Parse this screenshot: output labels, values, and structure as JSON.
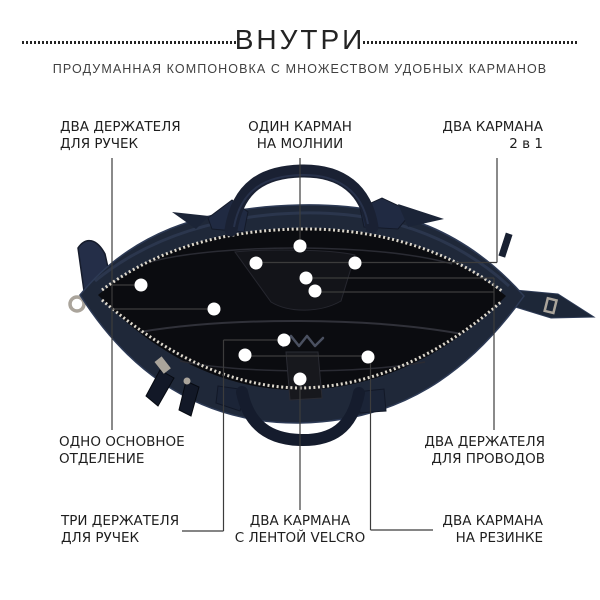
{
  "header": {
    "title": "ВНУТРИ",
    "subtitle": "ПРОДУМАННАЯ КОМПОНОВКА С МНОЖЕСТВОМ УДОБНЫХ КАРМАНОВ"
  },
  "callouts": {
    "pen_holders_top": {
      "line1": "ДВА ДЕРЖАТЕЛЯ",
      "line2": "ДЛЯ РУЧЕК"
    },
    "zip_pocket": {
      "line1": "ОДИН КАРМАН",
      "line2": "НА МОЛНИИ"
    },
    "pockets_2in1": {
      "line1": "ДВА КАРМАНА",
      "line2": "2 в 1"
    },
    "main_compartment": {
      "line1": "ОДНО ОСНОВНОЕ",
      "line2": "ОТДЕЛЕНИЕ"
    },
    "wire_holders": {
      "line1": "ДВА ДЕРЖАТЕЛЯ",
      "line2": "ДЛЯ ПРОВОДОВ"
    },
    "pen_holders_bottom": {
      "line1": "ТРИ ДЕРЖАТЕЛЯ",
      "line2": "ДЛЯ РУЧЕК"
    },
    "velcro_pockets": {
      "line1": "ДВА КАРМАНА",
      "line2": "С ЛЕНТОЙ VELCRO"
    },
    "elastic_pockets": {
      "line1": "ДВА КАРМАНА",
      "line2": "НА РЕЗИНКЕ"
    }
  },
  "colors": {
    "background": "#ffffff",
    "title-text": "#232323",
    "subtitle-text": "#404040",
    "label-text": "#1e1e1e",
    "callout-line": "#3c3c3c",
    "feature-dot": "#ffffff",
    "bag-leather": "#1f2839",
    "bag-leather-light": "#2d3a55",
    "bag-interior": "#0b0c10",
    "zipper-teeth": "#ddd8cd",
    "hardware": "#aaa49b"
  }
}
